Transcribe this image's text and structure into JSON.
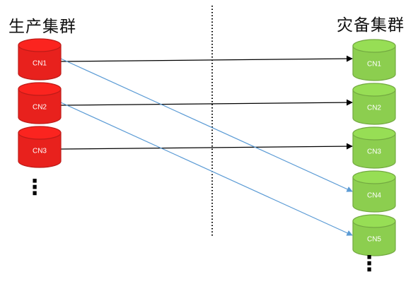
{
  "production": {
    "title": "生产集群",
    "color": "#e8211d",
    "nodes": [
      "CN1",
      "CN2",
      "CN3"
    ],
    "more": "⋮"
  },
  "disaster_recovery": {
    "title": "灾备集群",
    "color": "#8cce4f",
    "nodes": [
      "CN1",
      "CN2",
      "CN3",
      "CN4",
      "CN5"
    ],
    "more": "⋮"
  },
  "links": [
    {
      "from": "CN1",
      "to": "CN1",
      "color": "#000000"
    },
    {
      "from": "CN2",
      "to": "CN2",
      "color": "#000000"
    },
    {
      "from": "CN3",
      "to": "CN3",
      "color": "#000000"
    },
    {
      "from": "CN1",
      "to": "CN4",
      "color": "#5b9bd5"
    },
    {
      "from": "CN2",
      "to": "CN5",
      "color": "#5b9bd5"
    }
  ]
}
